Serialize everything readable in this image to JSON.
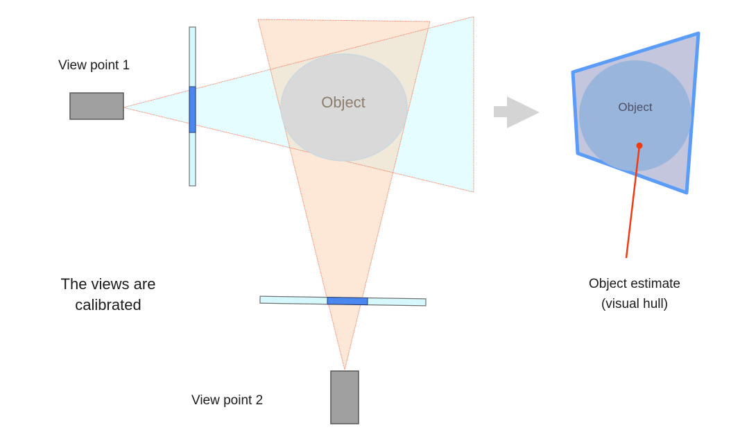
{
  "labels": {
    "view_point_1": "View point 1",
    "view_point_2": "View point 2",
    "calibrated_line1": "The views are",
    "calibrated_line2": "calibrated",
    "object_left": "Object",
    "object_right": "Object",
    "estimate_line1": "Object estimate",
    "estimate_line2": "(visual hull)"
  },
  "colors": {
    "camera_fill": "#a0a0a0",
    "camera_stroke": "#555555",
    "screen_fill": "#d6f8fc",
    "screen_stroke": "#707070",
    "silhouette_fill": "#4a88f0",
    "cone1_fill": "#e6fdff",
    "cone2_fill": "#fde8d8",
    "cone_stroke": "#f08a70",
    "overlap_fill": "#f0e8d8",
    "object_fill": "#d9d9d9",
    "object_stroke": "#c9d8e0",
    "arrow_fill": "#d4d4d4",
    "hull_fill": "#c4c6de",
    "hull_stroke": "#5b9cf8",
    "hull_object_fill": "#99b5dc",
    "pointer_color": "#f23a10"
  },
  "icons": {
    "arrow": "right-arrow-icon"
  }
}
